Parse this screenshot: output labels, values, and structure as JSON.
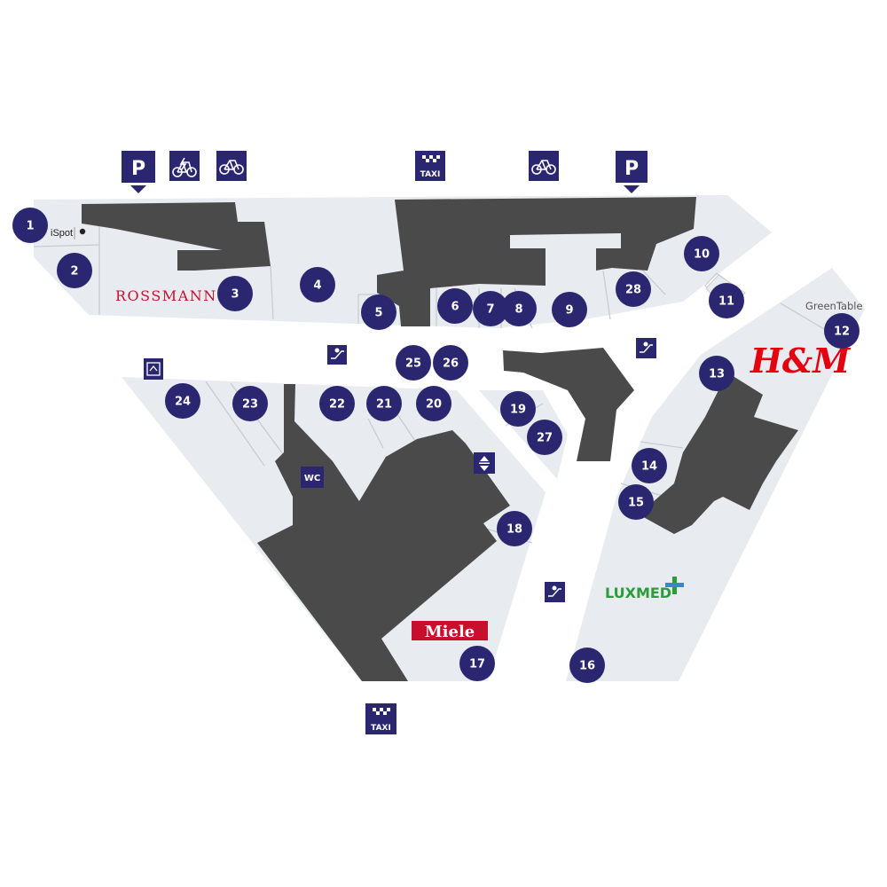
{
  "colors": {
    "floor": "#e8ebef",
    "block": "#4a4a4a",
    "line": "#c7cbd1",
    "marker": "#2b2670",
    "sign": "#2b2670"
  },
  "units": [
    {
      "label": "1"
    },
    {
      "label": "2"
    },
    {
      "label": "3"
    },
    {
      "label": "4"
    },
    {
      "label": "5"
    },
    {
      "label": "6"
    },
    {
      "label": "7"
    },
    {
      "label": "8"
    },
    {
      "label": "9"
    },
    {
      "label": "10"
    },
    {
      "label": "11"
    },
    {
      "label": "12"
    },
    {
      "label": "13"
    },
    {
      "label": "14"
    },
    {
      "label": "15"
    },
    {
      "label": "16"
    },
    {
      "label": "17"
    },
    {
      "label": "18"
    },
    {
      "label": "19"
    },
    {
      "label": "20"
    },
    {
      "label": "21"
    },
    {
      "label": "22"
    },
    {
      "label": "23"
    },
    {
      "label": "24"
    },
    {
      "label": "25"
    },
    {
      "label": "26"
    },
    {
      "label": "27"
    },
    {
      "label": "28"
    }
  ],
  "brands": {
    "ispot": "iSpot",
    "rossmann": "ROSSMANN",
    "hm": "H&M",
    "greentable": "GreenTable",
    "luxmed": "LUXMED",
    "miele": "Miele"
  },
  "signs": {
    "parking": "P",
    "taxi": "TAXI",
    "wc": "WC"
  },
  "icons": [
    "parking-icon",
    "bike-icon",
    "taxi-icon",
    "escalator-icon",
    "elevator-icon",
    "wc-icon",
    "baby-room-icon"
  ]
}
